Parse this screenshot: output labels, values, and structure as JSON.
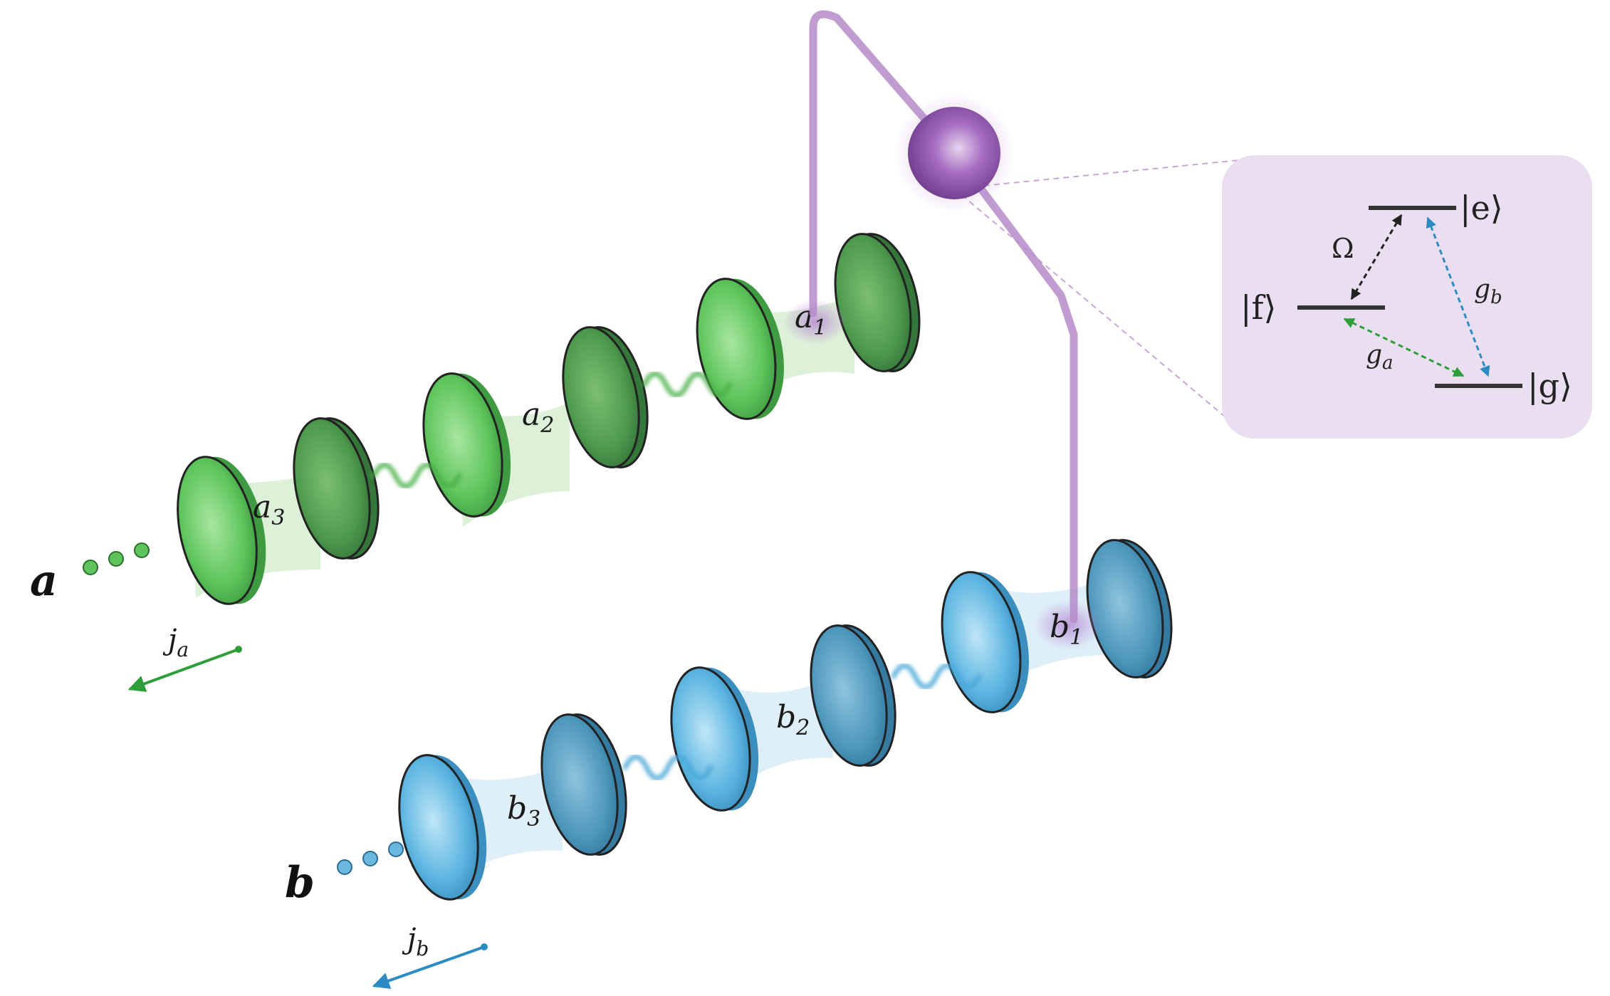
{
  "chains": {
    "a": {
      "name": "a",
      "cavities": [
        {
          "base": "a",
          "sub": "1"
        },
        {
          "base": "a",
          "sub": "2"
        },
        {
          "base": "a",
          "sub": "3"
        }
      ],
      "current": {
        "base": "j",
        "sub": "a"
      }
    },
    "b": {
      "name": "b",
      "cavities": [
        {
          "base": "b",
          "sub": "1"
        },
        {
          "base": "b",
          "sub": "2"
        },
        {
          "base": "b",
          "sub": "3"
        }
      ],
      "current": {
        "base": "j",
        "sub": "b"
      }
    }
  },
  "atom_inset": {
    "levels": {
      "e": "|e⟩",
      "f": "|f⟩",
      "g": "|g⟩"
    },
    "couplings": {
      "omega": "Ω",
      "ga": {
        "base": "g",
        "sub": "a"
      },
      "gb": {
        "base": "g",
        "sub": "b"
      }
    }
  },
  "colors": {
    "chain_a": "#5cc45a",
    "chain_b": "#4aa8d8",
    "atom": "#9b59b6",
    "inset_bg": "#eadff0",
    "arrow_a": "#2e9e3a",
    "arrow_b": "#2b8cc4",
    "omega_arrow": "#222222"
  }
}
